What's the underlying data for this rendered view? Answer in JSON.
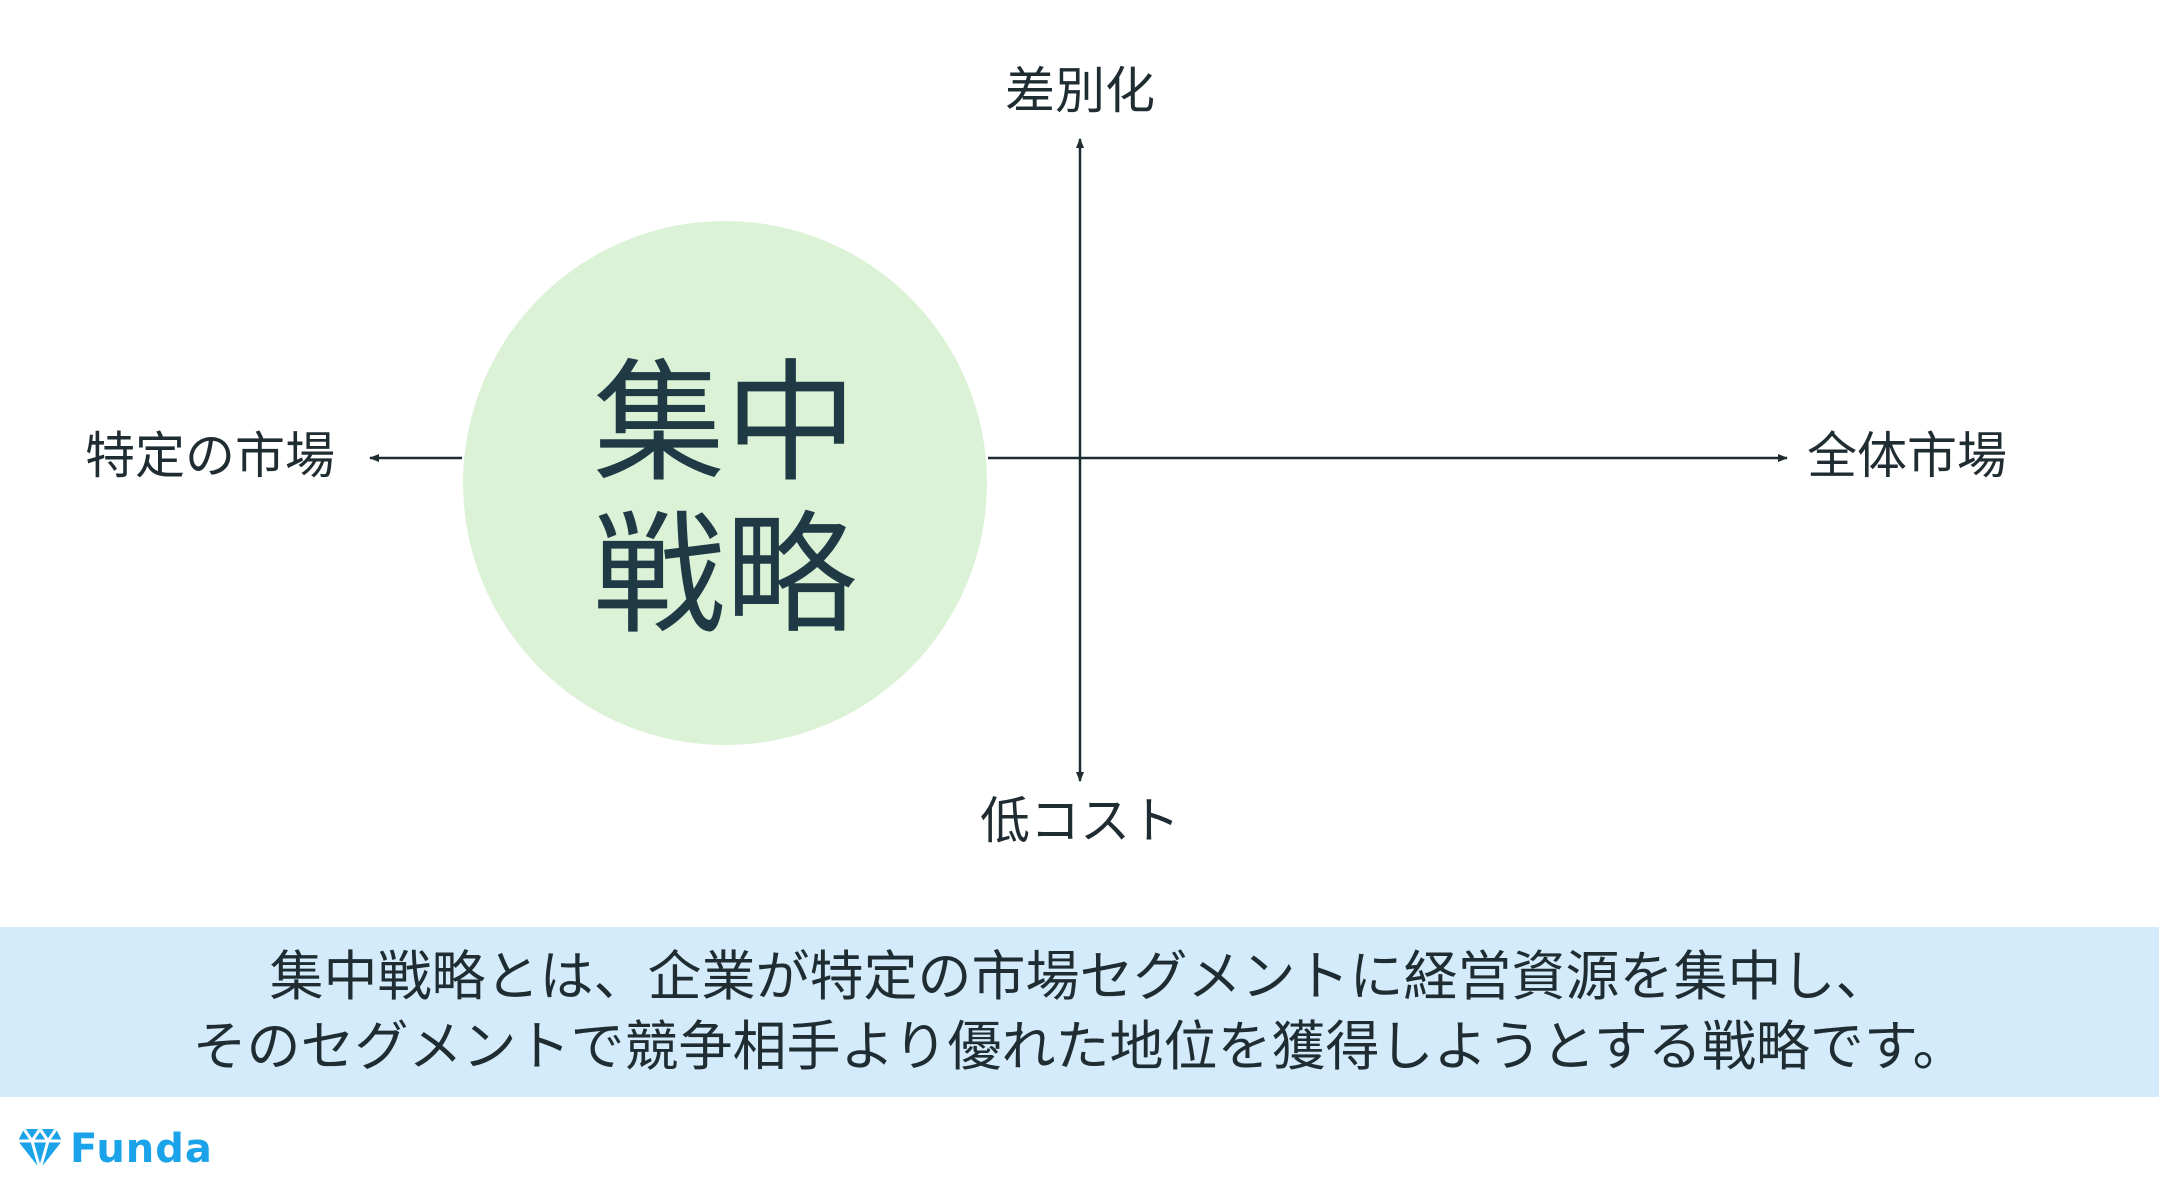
{
  "axes": {
    "top": "差別化",
    "bottom": "低コスト",
    "left": "特定の市場",
    "right": "全体市場"
  },
  "circle": {
    "line1": "集中",
    "line2": "戦略",
    "fill": "#dcf2d7"
  },
  "banner": {
    "line1": "集中戦略とは、企業が特定の市場セグメントに経営資源を集中し、",
    "line2": "そのセグメントで競争相手より優れた地位を獲得しようとする戦略です。",
    "background": "#d3ebfa"
  },
  "logo": {
    "text": "Funda",
    "icon": "diamond-icon",
    "color": "#1aa3e8"
  }
}
